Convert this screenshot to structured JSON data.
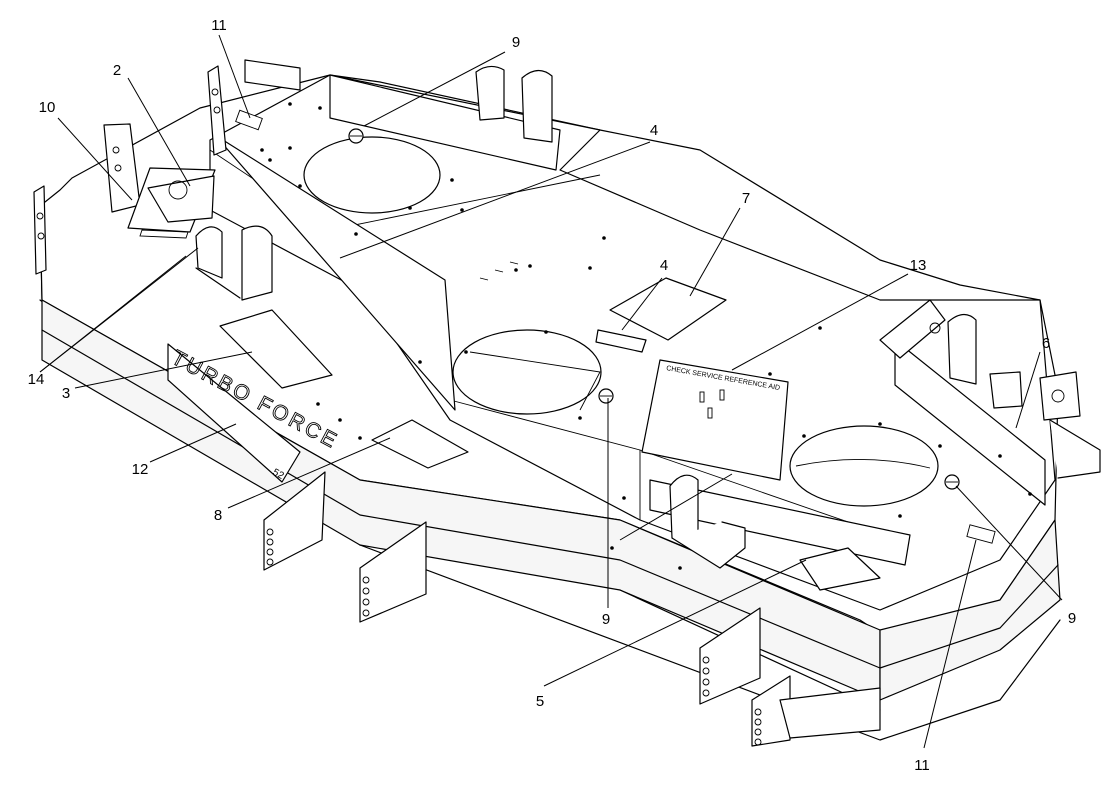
{
  "diagram": {
    "callouts": [
      {
        "id": "c2",
        "label": "2"
      },
      {
        "id": "c10",
        "label": "10"
      },
      {
        "id": "c11a",
        "label": "11"
      },
      {
        "id": "c9a",
        "label": "9"
      },
      {
        "id": "c4a",
        "label": "4"
      },
      {
        "id": "c4b",
        "label": "4"
      },
      {
        "id": "c7",
        "label": "7"
      },
      {
        "id": "c13",
        "label": "13"
      },
      {
        "id": "c6",
        "label": "6"
      },
      {
        "id": "c14",
        "label": "14"
      },
      {
        "id": "c3",
        "label": "3"
      },
      {
        "id": "c12",
        "label": "12"
      },
      {
        "id": "c8",
        "label": "8"
      },
      {
        "id": "c9b",
        "label": "9"
      },
      {
        "id": "c5",
        "label": "5"
      },
      {
        "id": "c11b",
        "label": "11"
      },
      {
        "id": "c9c",
        "label": "9"
      }
    ],
    "decal_text": "CHECK SERVICE REFERENCE AID",
    "brand_text": "TURBO FORCE",
    "brand_sub": "52"
  }
}
